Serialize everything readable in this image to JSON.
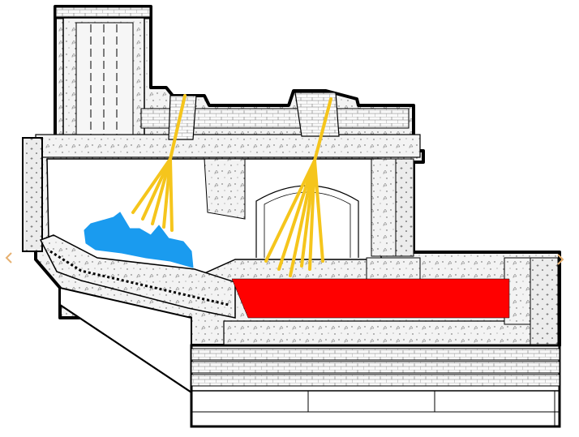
{
  "diagram": {
    "kind": "furnace cross-section",
    "colors": {
      "outline": "#000000",
      "refractory_fill": "#f2f2f2",
      "chamber_fill": "#ffffff",
      "burner_flame": "#f5c51c",
      "charge_solid": "#1a9bef",
      "molten_bath": "#ff0000",
      "page_background": "#ffffff"
    },
    "components": [
      {
        "id": "exhaust-stack",
        "icon": "chimney-icon"
      },
      {
        "id": "roof-burner-left",
        "icon": "burner-icon",
        "jets": 6
      },
      {
        "id": "roof-burner-right",
        "icon": "burner-icon",
        "jets": 6
      },
      {
        "id": "solid-charge",
        "icon": "scrap-pile-icon"
      },
      {
        "id": "molten-bath",
        "icon": "melt-pool-icon"
      },
      {
        "id": "charging-door",
        "icon": "arched-door-icon"
      },
      {
        "id": "sloped-hearth",
        "icon": "ramp-icon"
      },
      {
        "id": "foundation",
        "icon": "base-block-icon"
      }
    ]
  }
}
